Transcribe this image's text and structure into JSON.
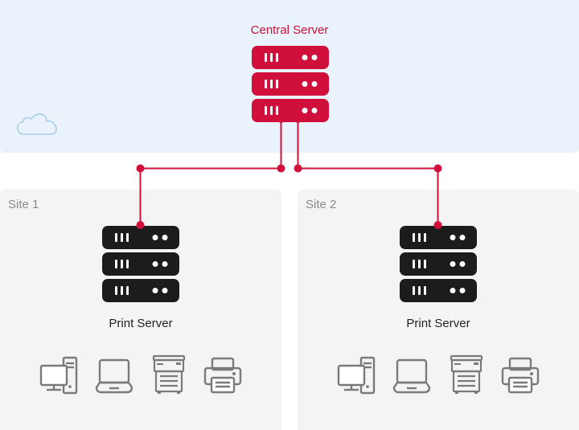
{
  "central": {
    "label": "Central Server",
    "color": "#d0103a"
  },
  "sites": [
    {
      "label": "Site 1",
      "server_label": "Print Server"
    },
    {
      "label": "Site 2",
      "server_label": "Print Server"
    }
  ],
  "server_color": "#1c1c1c",
  "connector_color": "#d0103a",
  "device_icons": [
    "desktop-computer-icon",
    "laptop-icon",
    "multifunction-copier-icon",
    "printer-icon"
  ],
  "decor_icon": "cloud-icon"
}
